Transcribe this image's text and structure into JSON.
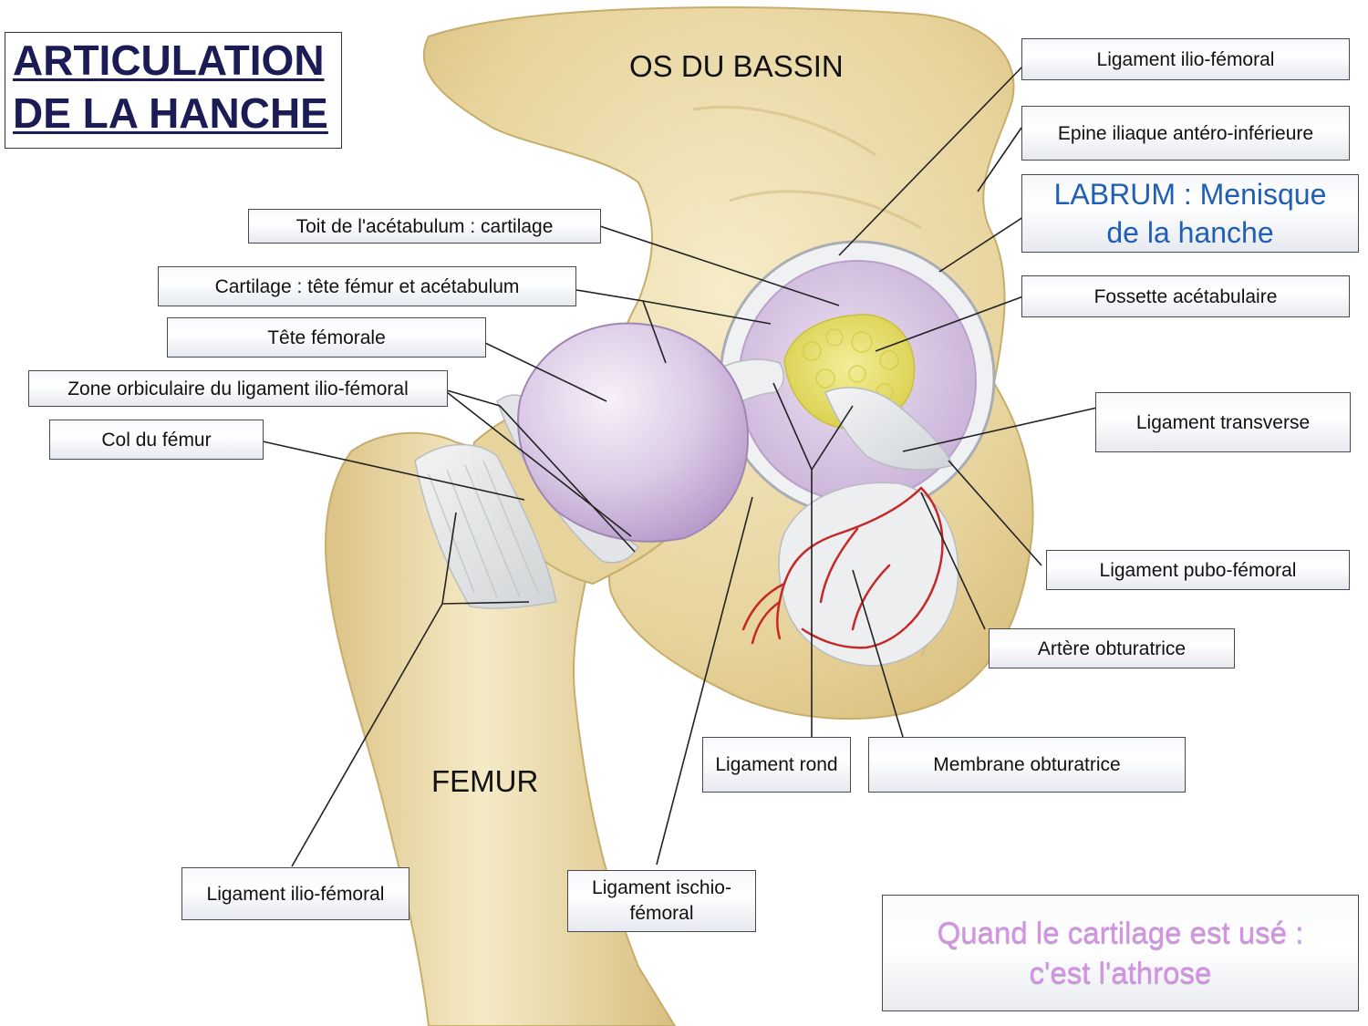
{
  "title": {
    "line1": "ARTICULATION",
    "line2": "DE LA HANCHE"
  },
  "regions": {
    "bassin": "OS DU BASSIN",
    "femur": "FEMUR"
  },
  "labels": {
    "ilio_femoral_top": "Ligament ilio-fémoral",
    "epine_iliaque": "Epine iliaque antéro-inférieure",
    "labrum_line1": "LABRUM : Menisque",
    "labrum_line2": "de la hanche",
    "fossette": "Fossette acétabulaire",
    "ligament_transverse": "Ligament transverse",
    "pubo_femoral": "Ligament pubo-fémoral",
    "artere_obturatrice": "Artère obturatrice",
    "membrane_obturatrice": "Membrane obturatrice",
    "ligament_rond": "Ligament rond",
    "ischio_line1": "Ligament ischio-",
    "ischio_line2": "fémoral",
    "ilio_femoral_bottom": "Ligament ilio-fémoral",
    "toit_acetabulum": "Toit de l'acétabulum : cartilage",
    "cartilage_tete": "Cartilage : tête fémur et acétabulum",
    "tete_femorale": "Tête fémorale",
    "zone_orbiculaire": "Zone orbiculaire du ligament ilio-fémoral",
    "col_femur": "Col du fémur"
  },
  "note": {
    "line1": "Quand le cartilage est usé :",
    "line2": "c'est l'athrose"
  },
  "colors": {
    "bone": "#ecdcaa",
    "cartilage": "#d8c8e2",
    "fat_pad": "#e9e36a",
    "ligament": "#e4e6e8",
    "artery": "#c62828",
    "title": "#1b1b55",
    "labrum_text": "#1f5fb5",
    "note_text": "#d590e8"
  }
}
